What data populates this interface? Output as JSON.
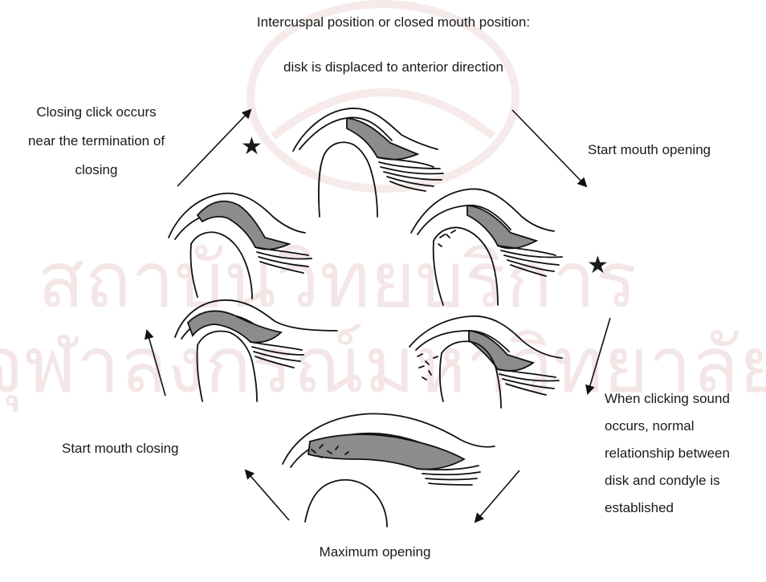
{
  "caption": {
    "top_line1": "Intercuspal position or closed mouth position:",
    "top_line2": "disk is displaced to anterior direction",
    "closing_click": [
      "Closing click occurs",
      "near the termination of",
      "closing"
    ],
    "start_opening": "Start mouth opening",
    "clicking_sound": [
      "When clicking sound",
      "occurs, normal",
      "relationship between",
      "disk and condyle is",
      "established"
    ],
    "start_closing": "Start mouth closing",
    "max_opening": "Maximum opening"
  },
  "watermark": {
    "line1": "สถาบันวิทยบริการ",
    "line2": "จุฬาลงกรณ์มหาวิทยาลัย"
  },
  "markers": {
    "star_symbol": "★"
  },
  "colors": {
    "disk_fill": "#8c8c8c",
    "outline": "#111111",
    "watermark": "#f4e6e6",
    "background": "#ffffff"
  }
}
